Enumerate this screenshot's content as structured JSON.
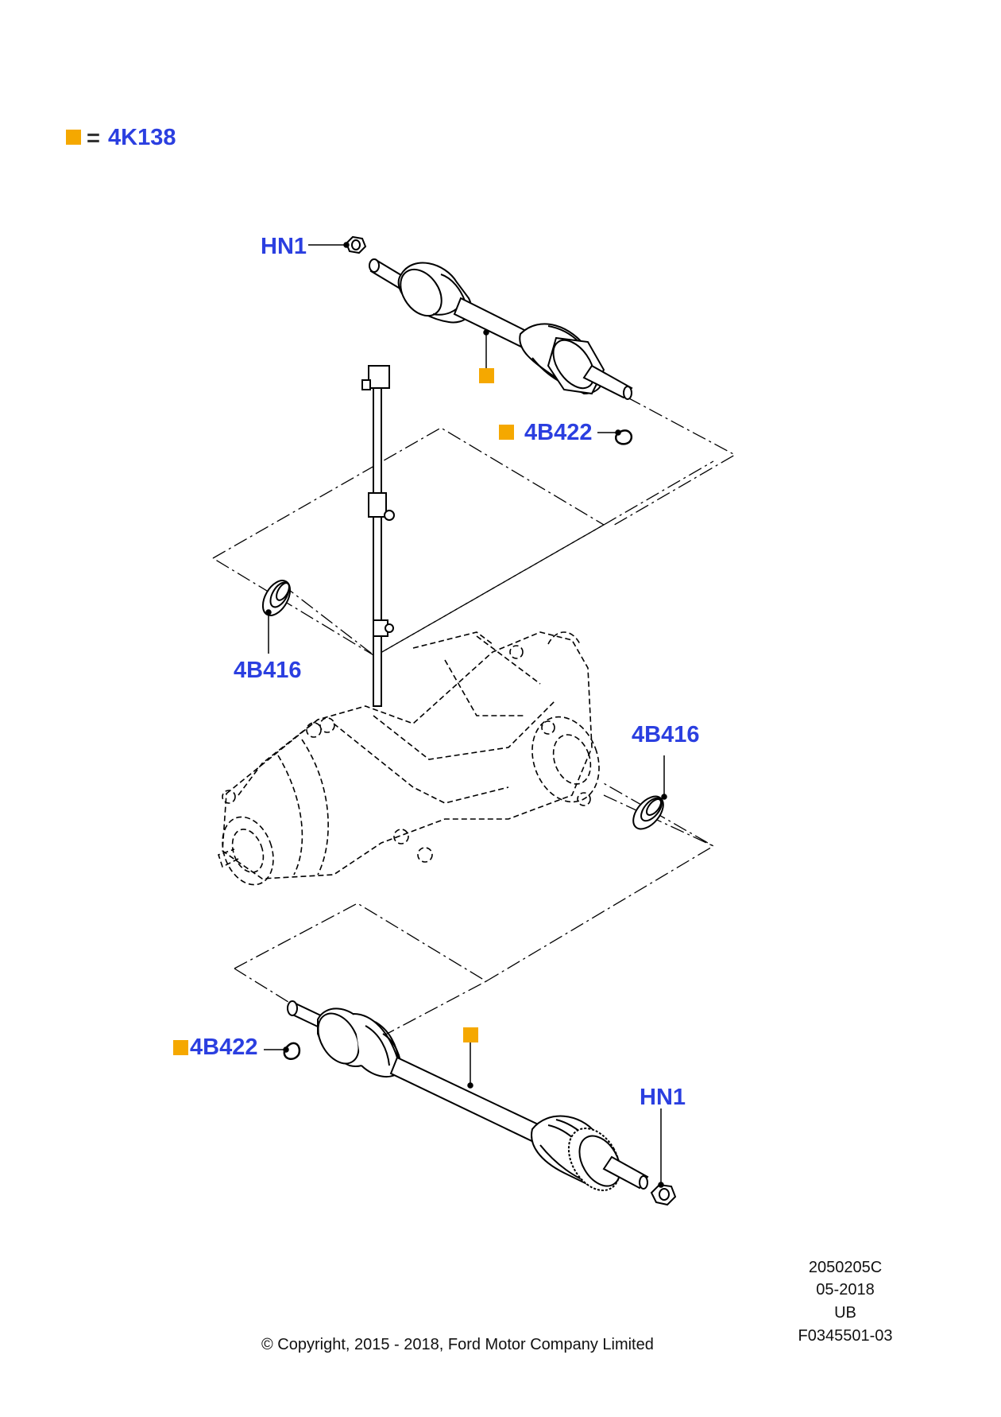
{
  "legend": {
    "symbol": "orange-square-icon",
    "equals": "=",
    "part_number": "4K138"
  },
  "labels": {
    "nut_top": "HN1",
    "circlip_top": "4B422",
    "seal_left": "4B416",
    "seal_right": "4B416",
    "circlip_bottom": "4B422",
    "nut_bottom": "HN1"
  },
  "info": {
    "diagram_code": "2050205C",
    "date": "05-2018",
    "region": "UB",
    "figure_code": "F0345501-03"
  },
  "copyright": "© Copyright, 2015 - 2018, Ford Motor Company Limited",
  "colors": {
    "label": "#2b3fe0",
    "marker": "#f5a800",
    "line": "#000000"
  }
}
